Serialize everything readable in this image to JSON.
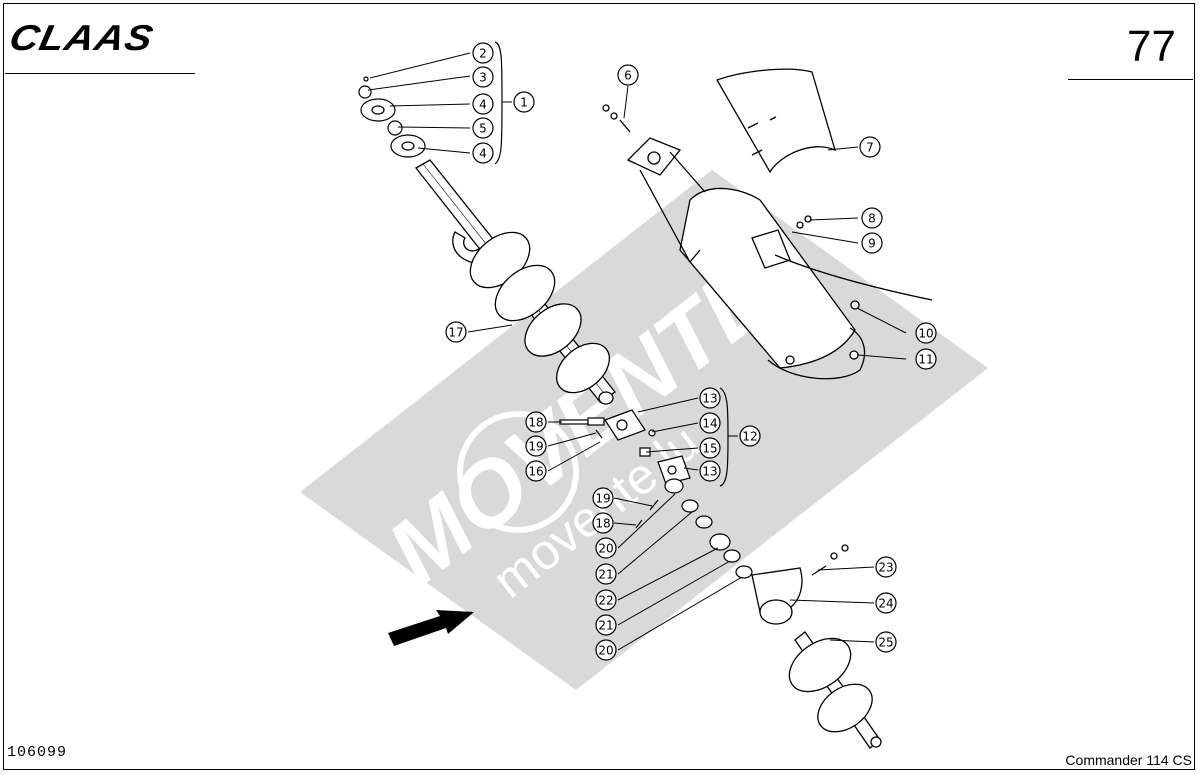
{
  "header": {
    "brand": "CLAAS",
    "page_number": "77"
  },
  "footer": {
    "document_number": "106099",
    "model": "Commander 114 CS"
  },
  "watermark": {
    "brand": "MOVENTE",
    "url": "movente.lu"
  },
  "callouts": [
    "1",
    "2",
    "3",
    "4",
    "4",
    "5",
    "6",
    "7",
    "8",
    "9",
    "10",
    "11",
    "12",
    "13",
    "13",
    "14",
    "15",
    "16",
    "17",
    "18",
    "18",
    "19",
    "19",
    "20",
    "20",
    "21",
    "21",
    "22",
    "23",
    "24",
    "25"
  ],
  "colors": {
    "line": "#000000",
    "watermark": "#d9d9d9"
  }
}
